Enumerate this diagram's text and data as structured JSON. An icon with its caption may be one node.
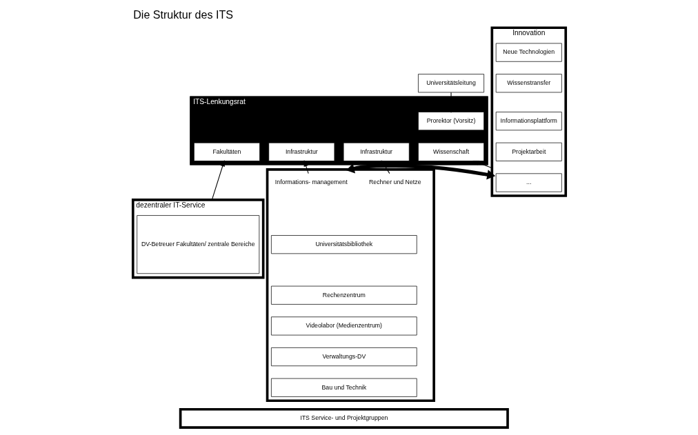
{
  "diagram": {
    "title": "Die Struktur des ITS",
    "nodes": [
      {
        "text": [
          "Universitätsleitung"
        ]
      },
      {
        "text": [
          "ITS-Lenkungsrat"
        ]
      },
      {
        "text": [
          "Prorektor (Vorsitz)"
        ],
        "in": 1
      },
      {
        "text": [
          "Wissenschaft"
        ],
        "in": 1
      },
      {
        "text": [
          "Infrastruktur"
        ],
        "in": 1
      },
      {
        "text": [
          "Infrastruktur"
        ],
        "in": 1
      },
      {
        "text": [
          "Fakultäten"
        ],
        "in": 1
      },
      {
        "text": [
          "Innovation"
        ]
      },
      {
        "text": [
          "Neue Technologien"
        ],
        "in": 7
      },
      {
        "text": [
          "Wissenstransfer"
        ],
        "in": 7
      },
      {
        "text": [
          "Informationsplattform"
        ],
        "in": 7
      },
      {
        "text": [
          "Projektarbeit"
        ],
        "in": 7
      },
      {
        "text": [
          "..."
        ],
        "in": 7
      },
      {
        "text": [],
        "shape": "box"
      },
      {
        "text": [
          "Informations- management"
        ],
        "in": 13
      },
      {
        "text": [
          "Rechner und Netze"
        ],
        "in": 13
      },
      {
        "text": [
          "Universitätsbibliothek"
        ],
        "in": 13
      },
      {
        "text": [
          "Rechenzentrum"
        ],
        "in": 13
      },
      {
        "text": [
          "Videolabor (Medienzentrum)"
        ],
        "in": 13
      },
      {
        "text": [
          "Verwaltungs-DV"
        ],
        "in": 13
      },
      {
        "text": [
          "Bau und Technik"
        ],
        "in": 13
      },
      {
        "text": [
          "dezentraler IT-Service"
        ]
      },
      {
        "text": [
          "DV-Betreuer Fakultäten/ zentrale Bereiche"
        ],
        "in": 21
      },
      {
        "text": [
          "ITS Service- und Projektgruppen"
        ]
      }
    ],
    "edges": [
      {
        "from": 0,
        "to": 2,
        "arrow": "to"
      },
      {
        "from": 7,
        "to": 3,
        "arrow": "to"
      },
      {
        "from": 14,
        "to": 4,
        "arrow": "to"
      },
      {
        "from": 15,
        "to": 5,
        "arrow": "to"
      },
      {
        "from": 21,
        "to": 6,
        "arrow": "to"
      },
      {
        "from": 7,
        "to": 13,
        "arrow": "both",
        "style": "thick"
      }
    ]
  }
}
